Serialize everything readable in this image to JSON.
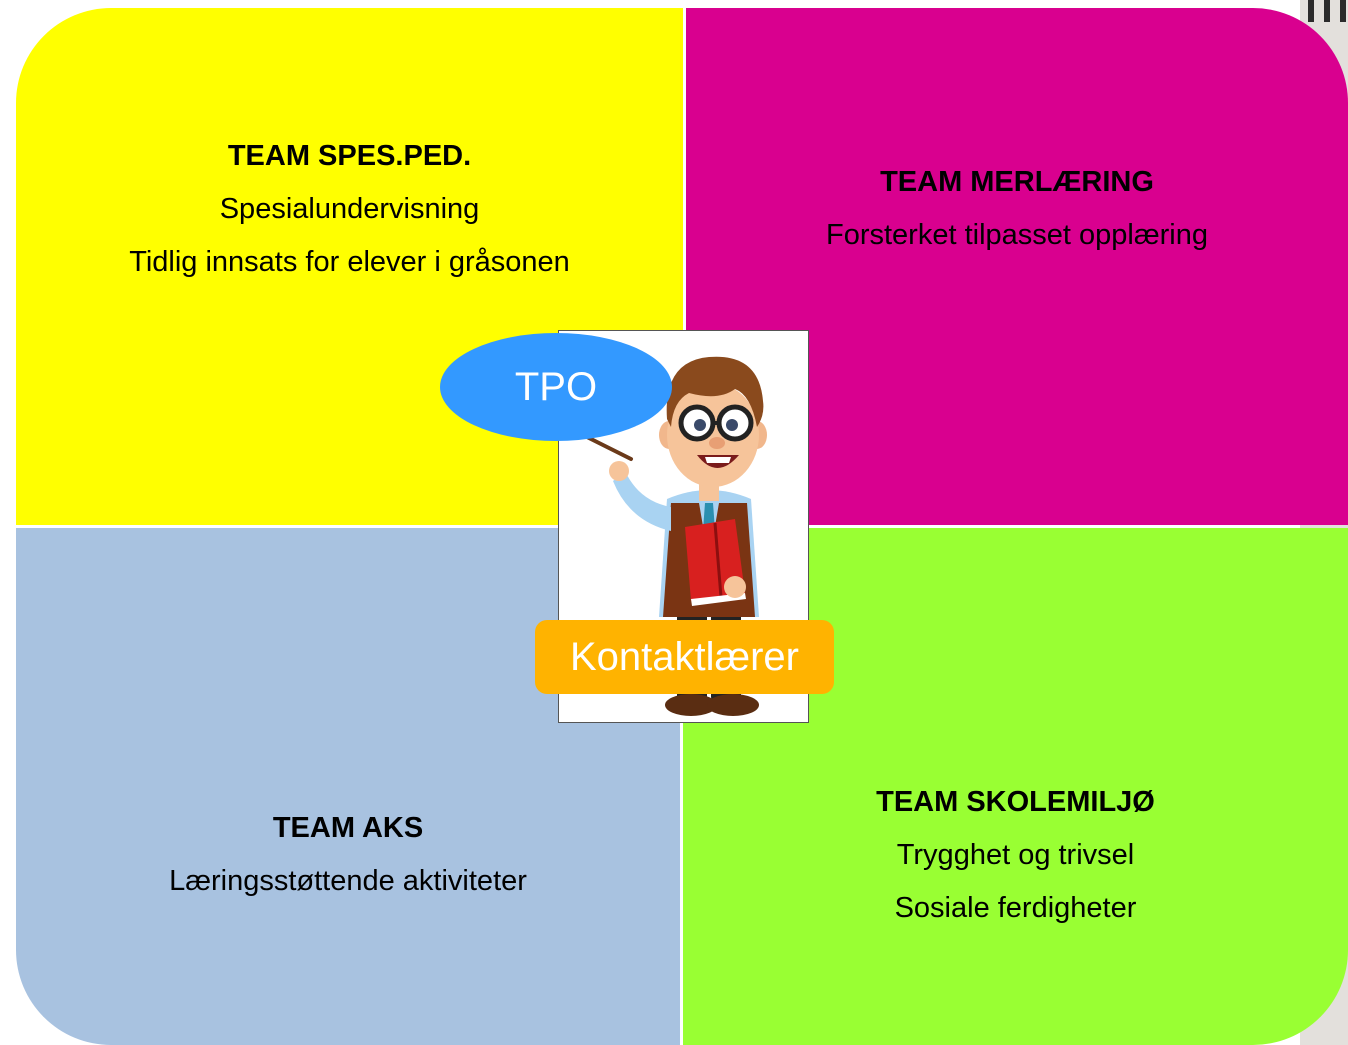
{
  "quadrants": {
    "top_left": {
      "title": "TEAM SPES.PED.",
      "lines": [
        "Spesialundervisning",
        "Tidlig innsats for elever i gråsonen"
      ],
      "color": "#ffff00"
    },
    "top_right": {
      "title": "TEAM MERLÆRING",
      "lines": [
        "Forsterket tilpasset opplæring"
      ],
      "color": "#d9008f"
    },
    "bottom_left": {
      "title": "TEAM AKS",
      "lines": [
        "Læringsstøttende aktiviteter"
      ],
      "color": "#a8c2e0"
    },
    "bottom_right": {
      "title": "TEAM SKOLEMILJØ",
      "lines": [
        "Trygghet og trivsel",
        "Sosiale ferdigheter"
      ],
      "color": "#99ff33"
    }
  },
  "center": {
    "bubble_label": "TPO",
    "role_label": "Kontaktlærer",
    "bubble_color": "#3399ff",
    "role_color": "#ffb300",
    "illustration": "teacher-with-book-and-pointer"
  }
}
